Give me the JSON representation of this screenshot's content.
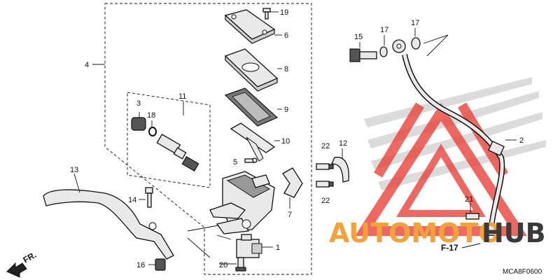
{
  "callouts": {
    "c1": "1",
    "c2": "2",
    "c3": "3",
    "c4": "4",
    "c5": "5",
    "c6": "6",
    "c7": "7",
    "c8": "8",
    "c9": "9",
    "c10": "10",
    "c11": "11",
    "c12": "12",
    "c13": "13",
    "c14": "14",
    "c15": "15",
    "c16": "16",
    "c17a": "17",
    "c17b": "17",
    "c18": "18",
    "c19": "19",
    "c20": "20",
    "c21": "21",
    "c22a": "22",
    "c22b": "22"
  },
  "reference": "F-17",
  "direction_label": "FR.",
  "diagram_code": "MCA8F0600",
  "watermark": {
    "auto_text": "AUTOMOTO",
    "hub_text": "HUB",
    "colors": {
      "red": "#e8433a",
      "orange": "#f2a23a",
      "dark": "#3a3a3a"
    }
  }
}
